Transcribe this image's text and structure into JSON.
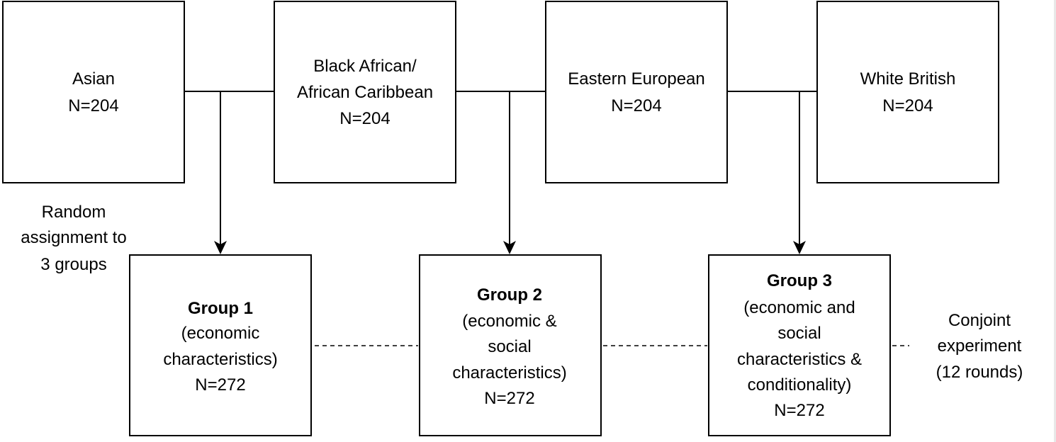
{
  "populations": [
    {
      "lines": [
        "Asian",
        "N=204"
      ]
    },
    {
      "lines": [
        "Black African/",
        "African Caribbean",
        "N=204"
      ]
    },
    {
      "lines": [
        "Eastern European",
        "N=204"
      ]
    },
    {
      "lines": [
        "White British",
        "N=204"
      ]
    }
  ],
  "assignment_label": [
    "Random",
    "assignment to",
    "3 groups"
  ],
  "groups": [
    {
      "title": "Group 1",
      "lines": [
        "(economic",
        "characteristics)",
        "N=272"
      ]
    },
    {
      "title": "Group 2",
      "lines": [
        "(economic &",
        "social",
        "characteristics)",
        "N=272"
      ]
    },
    {
      "title": "Group 3",
      "lines": [
        "(economic and",
        "social",
        "characteristics &",
        "conditionality)",
        "N=272"
      ]
    }
  ],
  "experiment_label": [
    "Conjoint",
    "experiment",
    "(12 rounds)"
  ]
}
